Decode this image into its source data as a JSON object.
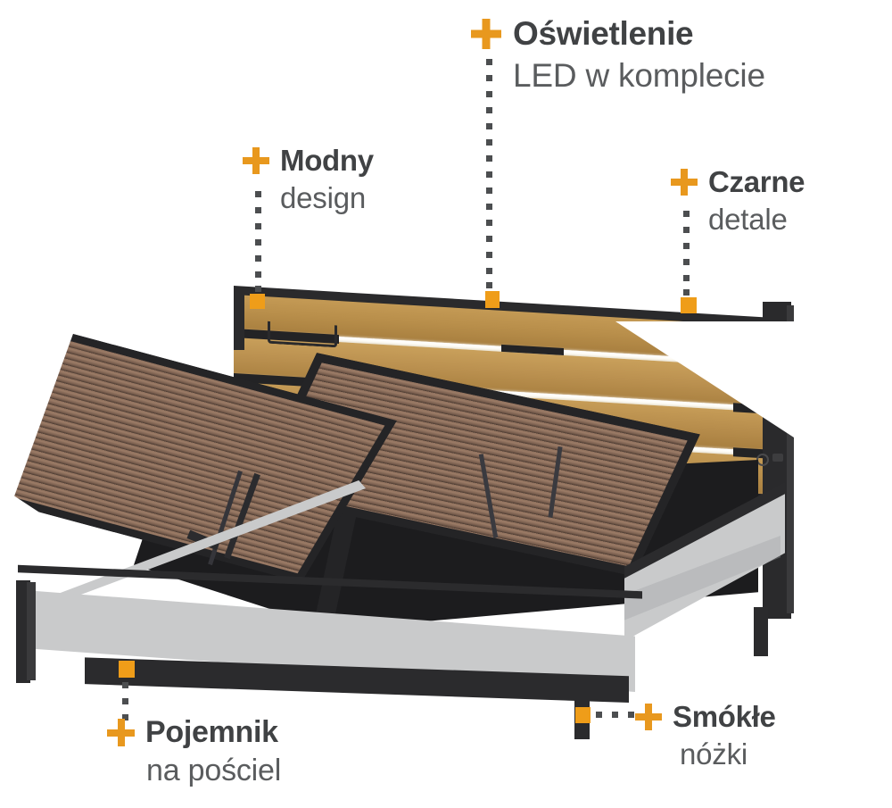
{
  "page": {
    "kind": "product-feature-infographic",
    "product": "bed-with-storage",
    "background_color": "#ffffff",
    "accent_color": "#e8981e",
    "title_color": "#404244",
    "subtitle_color": "#5a5c5e"
  },
  "features": [
    {
      "id": "lighting",
      "title": "Oświetlenie",
      "subtitle": "LED w komplecie",
      "marker_icon": "plus-icon",
      "connector": "dotted-line-vertical"
    },
    {
      "id": "design",
      "title": "Modny",
      "subtitle": "design",
      "marker_icon": "plus-icon",
      "connector": "dotted-line-vertical"
    },
    {
      "id": "black-details",
      "title": "Czarne",
      "subtitle": "detale",
      "marker_icon": "plus-icon",
      "connector": "dotted-line-vertical"
    },
    {
      "id": "storage",
      "title": "Pojemnik",
      "subtitle": "na pościel",
      "marker_icon": "plus-icon",
      "connector": "dotted-line-vertical"
    },
    {
      "id": "legs",
      "title": "Smókłe",
      "subtitle": "nóżki",
      "marker_icon": "plus-icon",
      "connector": "dotted-line-horizontal"
    }
  ],
  "product_image": {
    "description": "bed-with-lifted-slatted-base-and-storage",
    "headboard_material": "oak-wood-planks",
    "frame_color": "#2a2a2c",
    "base_color": "#c9cacb",
    "led_strip_color": "#ffffff",
    "slat_color": "#8d6f5c"
  }
}
